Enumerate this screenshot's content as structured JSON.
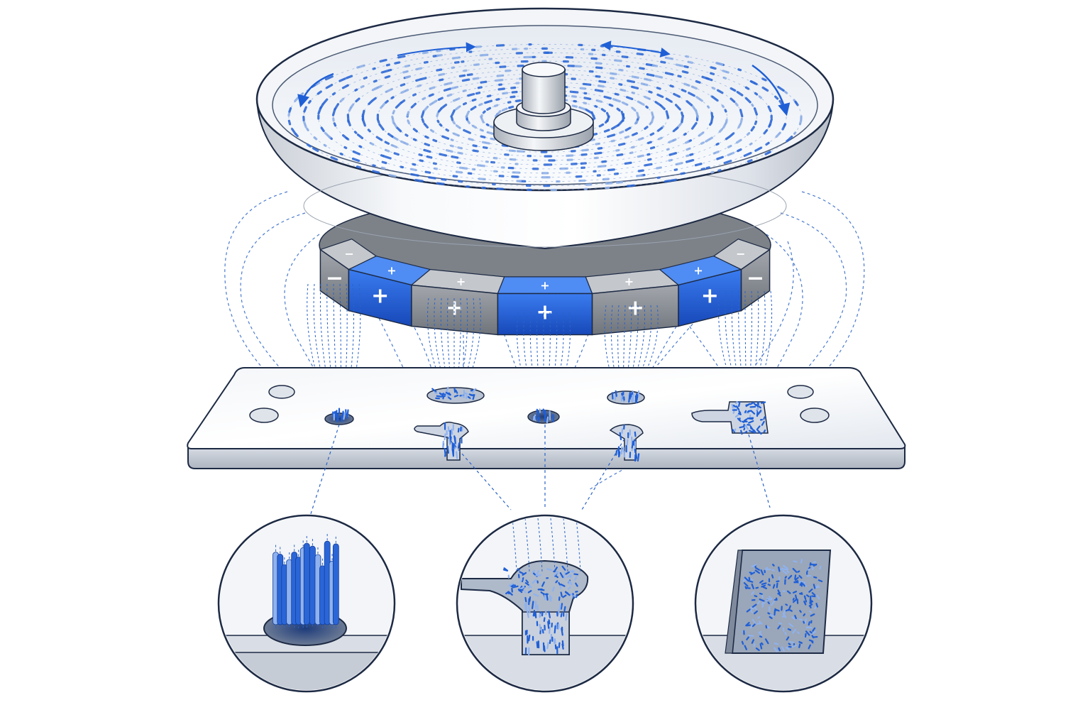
{
  "diagram": {
    "palette": {
      "accent_blue": "#1f5fd6",
      "deep_blue": "#123f9c",
      "grey_magnet": "#8d9196",
      "light_metal": "#eef1f5",
      "outline": "#1d2a44",
      "field_line": "#2b63c6"
    },
    "magnet_ring": {
      "segments": [
        {
          "sign": "−",
          "color": "grey"
        },
        {
          "sign": "+",
          "color": "blue"
        },
        {
          "sign": "+",
          "color": "grey"
        },
        {
          "sign": "+",
          "color": "blue"
        },
        {
          "sign": "+",
          "color": "grey"
        },
        {
          "sign": "+",
          "color": "blue"
        },
        {
          "sign": "−",
          "color": "grey"
        }
      ]
    },
    "plate_features": [
      {
        "shape": "round-hole",
        "filled": true
      },
      {
        "shape": "keyhole-slot",
        "filled": true
      },
      {
        "shape": "round-hole",
        "filled": true
      },
      {
        "shape": "keyhole-slot",
        "filled": true
      },
      {
        "shape": "rectangular-pocket",
        "filled": true
      }
    ],
    "detail_views": [
      {
        "feature": "round-hole"
      },
      {
        "feature": "keyhole-slot"
      },
      {
        "feature": "rectangular-pocket"
      }
    ],
    "icons": [
      "rotation-arrow-icon",
      "oscillation-arrow-icon"
    ]
  }
}
